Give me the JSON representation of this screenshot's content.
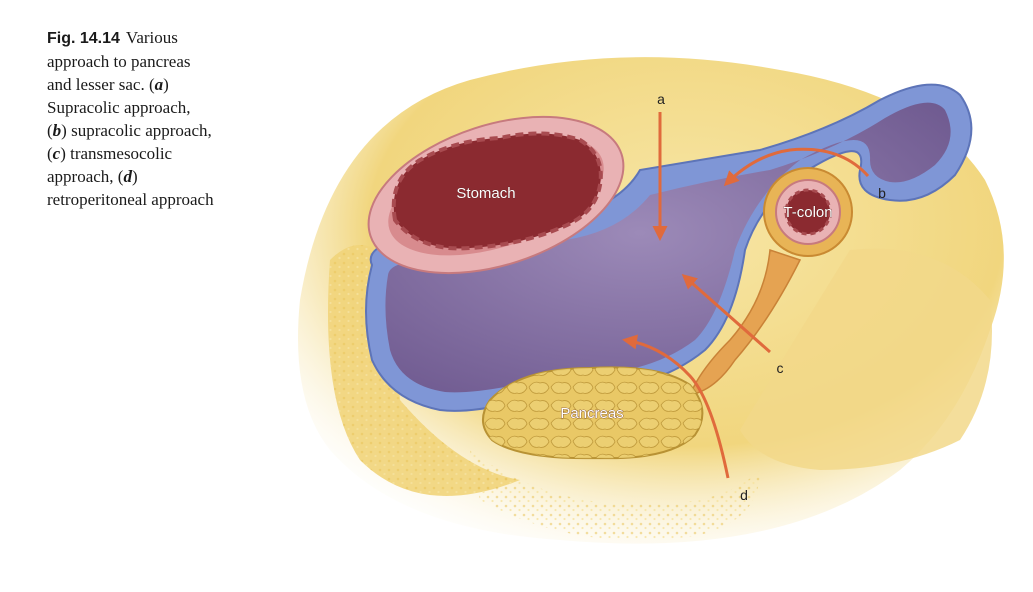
{
  "caption": {
    "fig_label": "Fig. 14.14",
    "lines": [
      "Various",
      "approach to pancreas",
      "and lesser sac. (",
      "a",
      ")",
      "Supracolic approach,",
      "(",
      "b",
      ") supracolic approach,",
      "(",
      "c",
      ") transmesocolic",
      "approach, (",
      "d",
      ")",
      "retroperitoneal approach"
    ]
  },
  "labels": {
    "stomach": "Stomach",
    "tcolon": "T-colon",
    "pancreas": "Pancreas"
  },
  "arrows": {
    "a": "a",
    "b": "b",
    "c": "c",
    "d": "d"
  },
  "colors": {
    "arrow": "#e06a3c",
    "lesser_sac": "#8e77a8",
    "peritoneum": "#7f96d6",
    "stomach_wall": "#e9b2b4",
    "stomach_lumen": "#8b2a30",
    "pancreas": "#e9c866",
    "fat": "#f3dc86"
  }
}
